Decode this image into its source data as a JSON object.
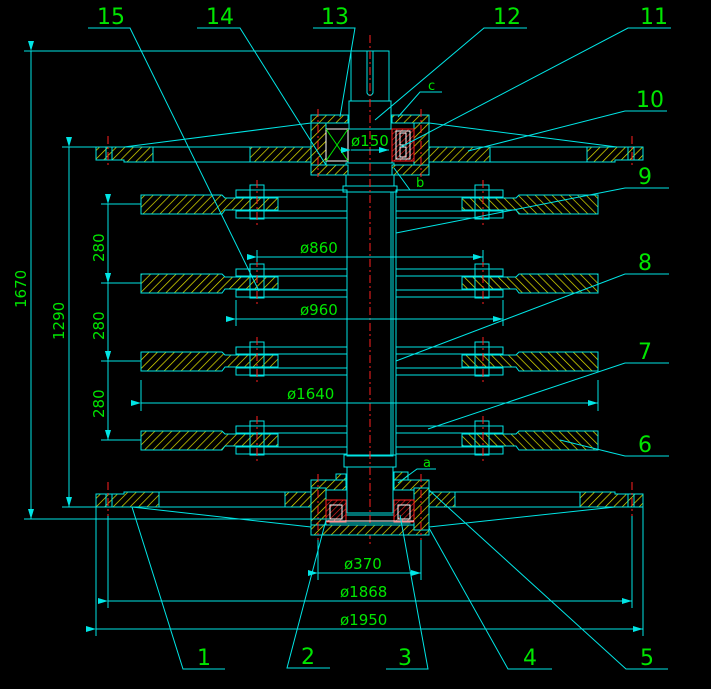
{
  "drawing": {
    "title": "Mixer assembly cross-section",
    "colors": {
      "background": "#000000",
      "outline": "#00e5e5",
      "text": "#00e600",
      "centerline": "#ff2020",
      "hatch": "#e6e600"
    },
    "part_labels": [
      "1",
      "2",
      "3",
      "4",
      "5",
      "6",
      "7",
      "8",
      "9",
      "10",
      "11",
      "12",
      "13",
      "14",
      "15"
    ],
    "detail_labels": {
      "a": "a",
      "b": "b",
      "c": "c"
    },
    "dimensions": {
      "overall_height": "1670",
      "frame_height": "1290",
      "spacing_1": "280",
      "spacing_2": "280",
      "spacing_3": "280",
      "shaft_dia": "ø150",
      "dia_860": "ø860",
      "dia_960": "ø960",
      "dia_1640": "ø1640",
      "dia_370": "ø370",
      "dia_1868": "ø1868",
      "dia_1950": "ø1950"
    }
  }
}
